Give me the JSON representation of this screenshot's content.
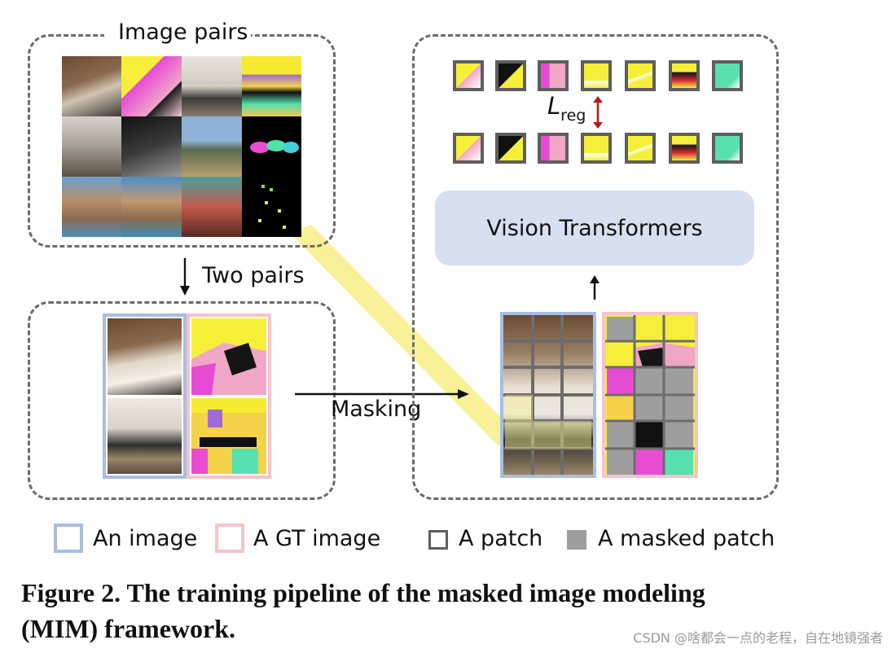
{
  "labels": {
    "image_pairs": "Image pairs",
    "two_pairs": "Two pairs",
    "masking": "Masking",
    "vision_transformers": "Vision Transformers",
    "loss_main": "L",
    "loss_sub": "reg"
  },
  "legend": {
    "an_image": "An image",
    "gt_image": "A GT image",
    "patch": "A patch",
    "masked_patch": "A masked patch"
  },
  "caption": {
    "line1": "Figure 2. The training pipeline of the masked image modeling",
    "line2": "(MIM) framework."
  },
  "watermark": "CSDN @啥都会一点的老程，自在地镜强者",
  "colors": {
    "image_border": "#a9bde0",
    "gt_border": "#f4c4c8",
    "patch_border": "#5e5e5e",
    "masked_fill": "#9e9e9e",
    "vt_fill": "#d6e0f1",
    "highlight_band": "#f7ef8c",
    "loss_arrow": "#b01e1e"
  }
}
